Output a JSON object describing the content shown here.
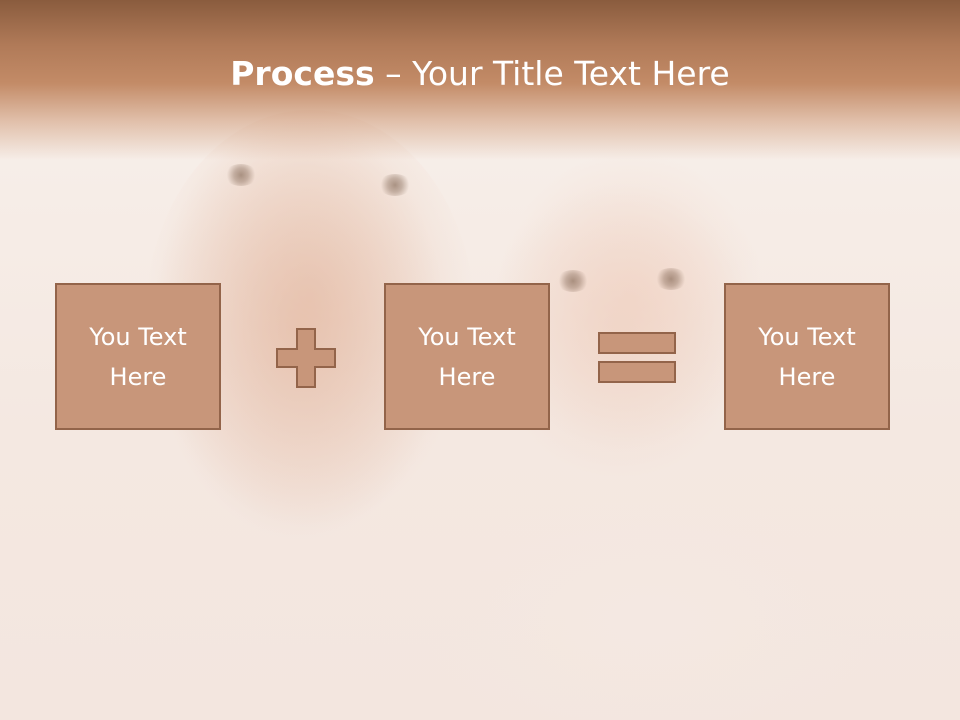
{
  "slide": {
    "title_strong": "Process",
    "title_dash": " – ",
    "title_rest": "Your Title Text Here"
  },
  "boxes": [
    {
      "line1": "You Text",
      "line2": "Here"
    },
    {
      "line1": "You Text",
      "line2": "Here"
    },
    {
      "line1": "You Text",
      "line2": "Here"
    }
  ],
  "operators": [
    "plus-icon",
    "equals-icon"
  ],
  "colors": {
    "header": "#b07a58",
    "box_fill": "#c8967a",
    "box_border": "#93644a",
    "text": "#ffffff"
  }
}
